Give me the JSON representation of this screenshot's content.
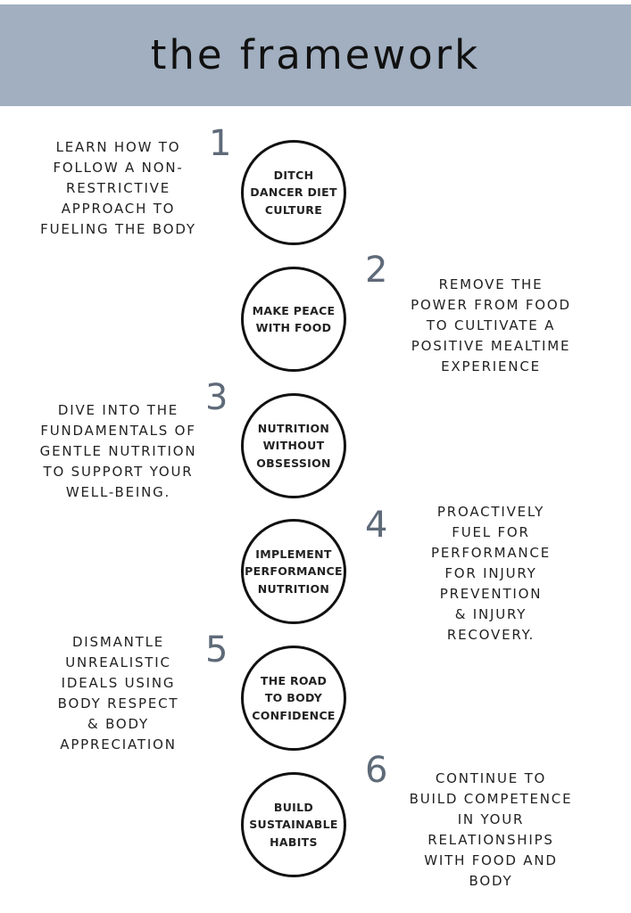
{
  "header": {
    "title": "the framework",
    "background_color": "#a1afc0"
  },
  "steps": [
    {
      "number": "1",
      "circle_label": "DITCH\nDANCER DIET\nCULTURE",
      "description": "LEARN HOW TO\nFOLLOW A NON-\nRESTRICTIVE\nAPPROACH TO\nFUELING THE BODY"
    },
    {
      "number": "2",
      "circle_label": "MAKE PEACE\nWITH FOOD",
      "description": "REMOVE THE\nPOWER FROM FOOD\nTO CULTIVATE A\nPOSITIVE MEALTIME\nEXPERIENCE"
    },
    {
      "number": "3",
      "circle_label": "NUTRITION\nWITHOUT\nOBSESSION",
      "description": "DIVE INTO THE\nFUNDAMENTALS OF\nGENTLE NUTRITION\nTO SUPPORT YOUR\nWELL-BEING."
    },
    {
      "number": "4",
      "circle_label": "IMPLEMENT\nPERFORMANCE\nNUTRITION",
      "description": "PROACTIVELY\nFUEL FOR\nPERFORMANCE\nFOR INJURY\nPREVENTION\n& INJURY\nRECOVERY."
    },
    {
      "number": "5",
      "circle_label": "THE ROAD\nTO BODY\nCONFIDENCE",
      "description": "DISMANTLE\nUNREALISTIC\nIDEALS USING\nBODY RESPECT\n& BODY\nAPPRECIATION"
    },
    {
      "number": "6",
      "circle_label": "BUILD\nSUSTAINABLE\nHABITS",
      "description": "CONTINUE TO\nBUILD COMPETENCE\nIN YOUR\nRELATIONSHIPS\nWITH FOOD AND\nBODY"
    }
  ]
}
